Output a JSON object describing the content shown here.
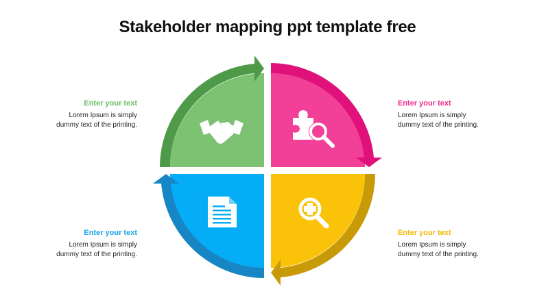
{
  "title": "Stakeholder mapping ppt template free",
  "quadrants": [
    {
      "id": "top-left",
      "color": "#7dc173",
      "arrow_color": "#4f9a48",
      "icon": "handshake-icon"
    },
    {
      "id": "top-right",
      "color": "#f23f97",
      "arrow_color": "#e0117b",
      "icon": "puzzle-search-icon"
    },
    {
      "id": "bottom-right",
      "color": "#fbc20a",
      "arrow_color": "#c89a08",
      "icon": "zoom-in-icon"
    },
    {
      "id": "bottom-left",
      "color": "#05adf6",
      "arrow_color": "#1686c4",
      "icon": "document-icon"
    }
  ],
  "callouts": {
    "top_left": {
      "heading": "Enter your text",
      "line1": "Lorem Ipsum is simply",
      "line2": "dummy text of the printing.",
      "color": "#6abd63"
    },
    "top_right": {
      "heading": "Enter your text",
      "line1": "Lorem Ipsum is simply",
      "line2": "dummy text of the printing.",
      "color": "#ec2d8e"
    },
    "bottom_left": {
      "heading": "Enter your text",
      "line1": "Lorem Ipsum is simply",
      "line2": "dummy text of the printing.",
      "color": "#18a6e8"
    },
    "bottom_right": {
      "heading": "Enter your text",
      "line1": "Lorem Ipsum is simply",
      "line2": "dummy text of the printing.",
      "color": "#f3b808"
    }
  }
}
